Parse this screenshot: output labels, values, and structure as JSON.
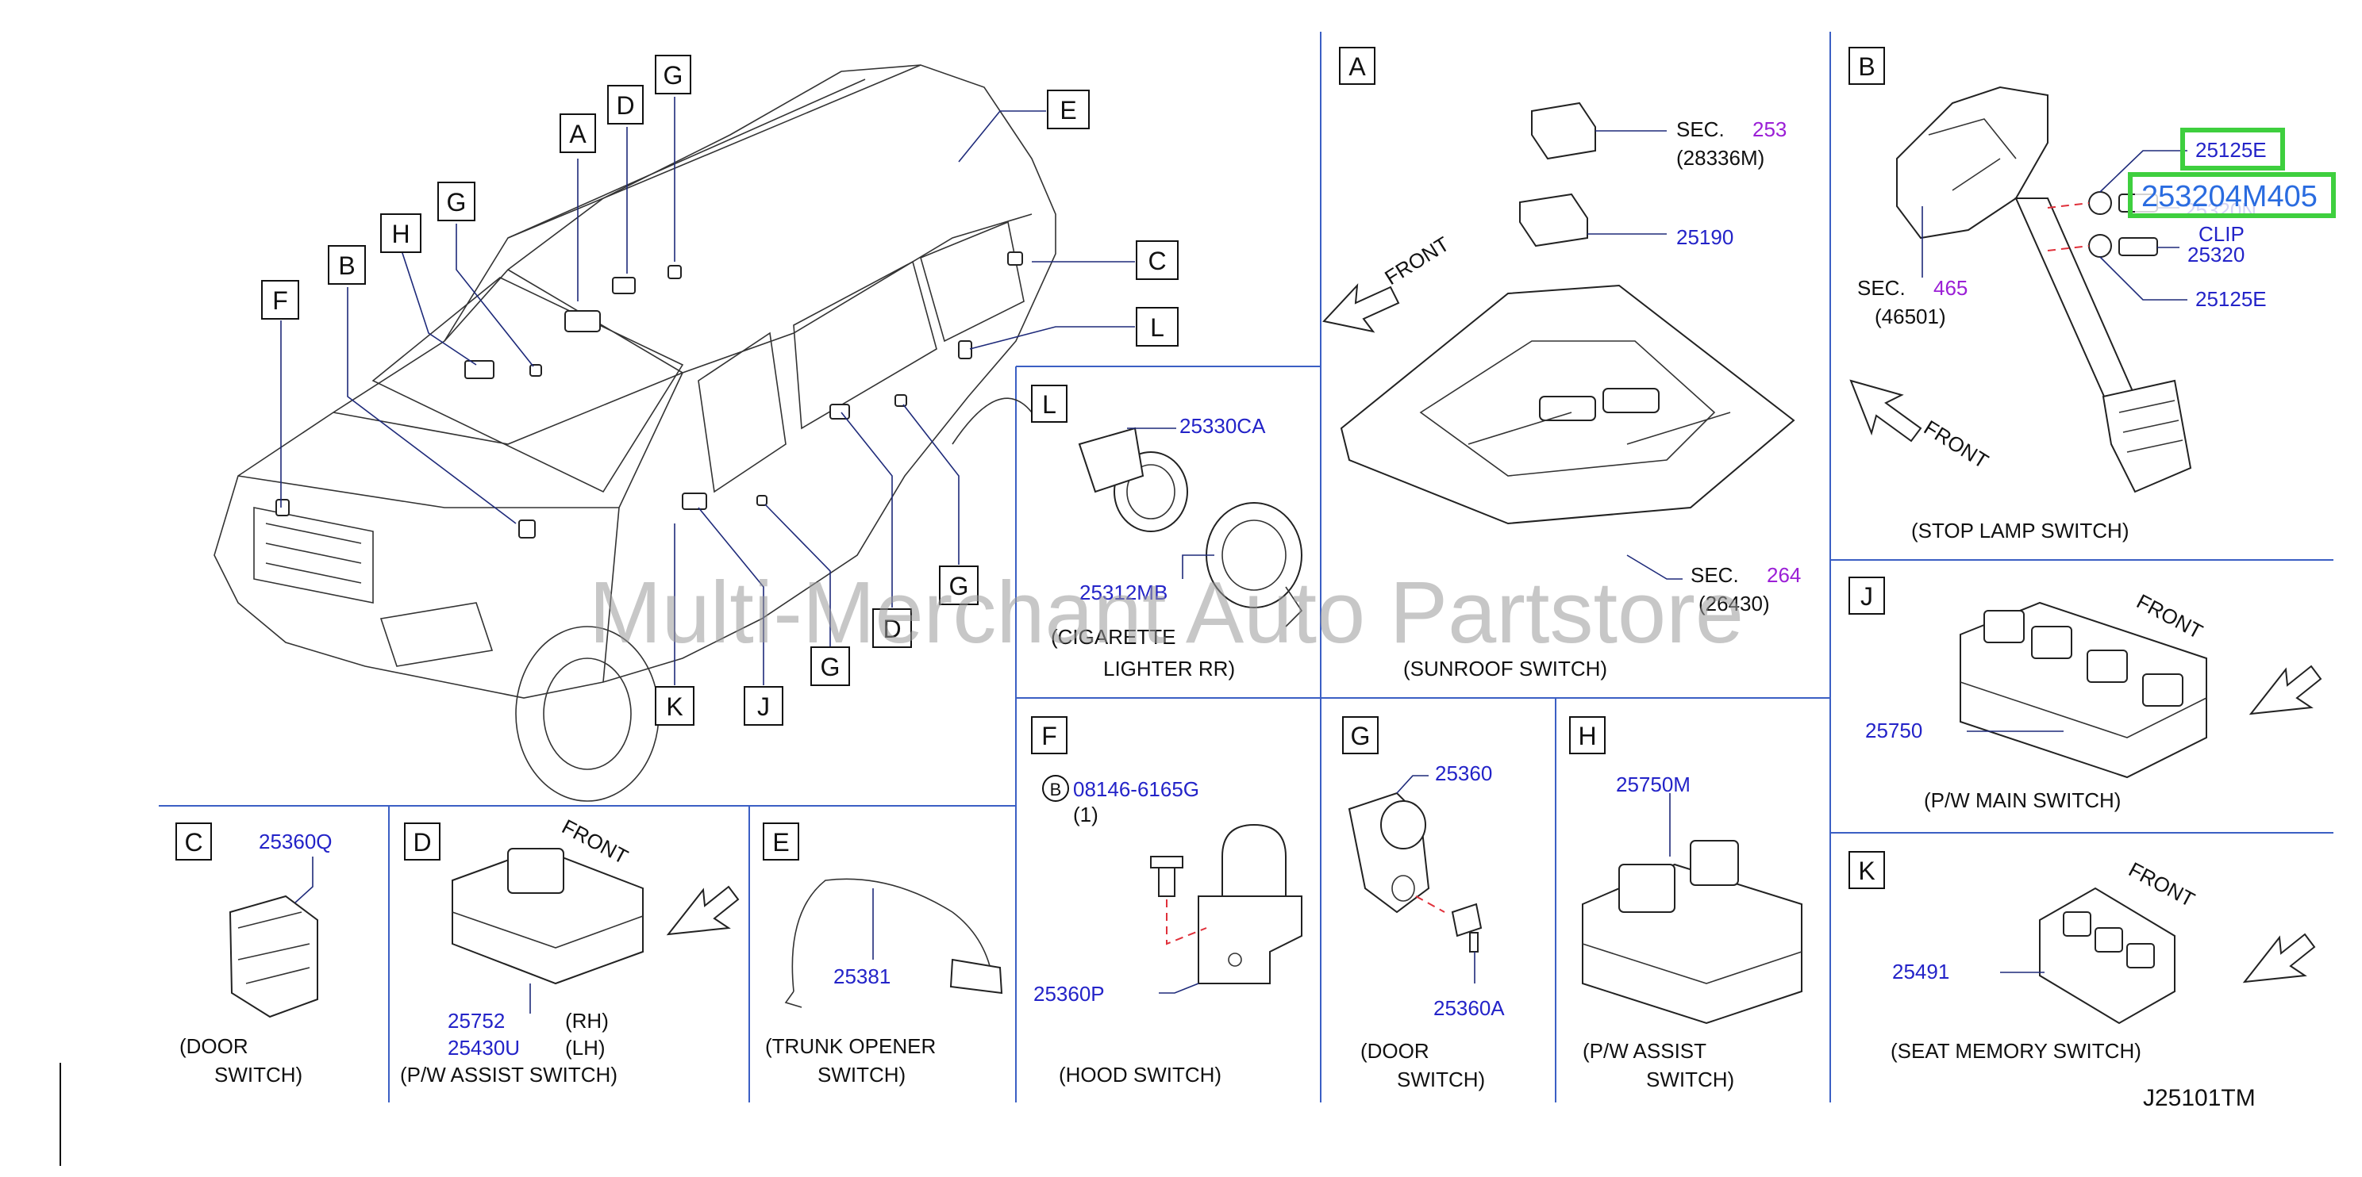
{
  "colors": {
    "part_number": "#2323c8",
    "section_number": "#9b1fd6",
    "grid_line": "#3b5fc4",
    "highlight": "#3ecf3e",
    "dashed_guide": "#e0303a"
  },
  "watermark": "Multi-Merchant Auto Partstore",
  "diagram_code": "J25101TM",
  "front_label": "FRONT",
  "sec_label": "SEC.",
  "overview_callouts": [
    "A",
    "D",
    "G",
    "E",
    "C",
    "L",
    "G",
    "H",
    "B",
    "F",
    "G",
    "D",
    "G",
    "K",
    "J"
  ],
  "panels": {
    "A": {
      "letter": "A",
      "sec_top": "253",
      "sec_top_code": "(28336M)",
      "part_25190": "25190",
      "sec_bottom": "264",
      "sec_bottom_code": "(26430)",
      "caption": "(SUNROOF   SWITCH)"
    },
    "B": {
      "letter": "B",
      "part_upper": "25125E",
      "highlight_part": "253204M405",
      "part_25320n": "25320N",
      "clip": "CLIP",
      "part_25320": "25320",
      "part_lower": "25125E",
      "sec": "465",
      "sec_code": "(46501)",
      "caption": "(STOP   LAMP   SWITCH)"
    },
    "L": {
      "letter": "L",
      "part_1": "25330CA",
      "part_2": "25312MB",
      "caption_1": "(CIGARETTE",
      "caption_2": "LIGHTER   RR)"
    },
    "J": {
      "letter": "J",
      "part": "25750",
      "caption": "(P/W   MAIN   SWITCH)"
    },
    "K": {
      "letter": "K",
      "part": "25491",
      "caption": "(SEAT   MEMORY   SWITCH)"
    },
    "C": {
      "letter": "C",
      "part": "25360Q",
      "caption_1": "(DOOR",
      "caption_2": "SWITCH)"
    },
    "D": {
      "letter": "D",
      "part_rh": "25752",
      "rh": "(RH)",
      "part_lh": "25430U",
      "lh": "(LH)",
      "caption": "(P/W   ASSIST   SWITCH)"
    },
    "E": {
      "letter": "E",
      "part": "25381",
      "caption_1": "(TRUNK   OPENER",
      "caption_2": "SWITCH)"
    },
    "F": {
      "letter": "F",
      "bolt_ref": "B",
      "bolt": "08146-6165G",
      "qty": "(1)",
      "part": "25360P",
      "caption": "(HOOD   SWITCH)"
    },
    "G": {
      "letter": "G",
      "part": "25360",
      "part_2": "25360A",
      "caption_1": "(DOOR",
      "caption_2": "SWITCH)"
    },
    "H": {
      "letter": "H",
      "part": "25750M",
      "caption_1": "(P/W   ASSIST",
      "caption_2": "SWITCH)"
    }
  }
}
